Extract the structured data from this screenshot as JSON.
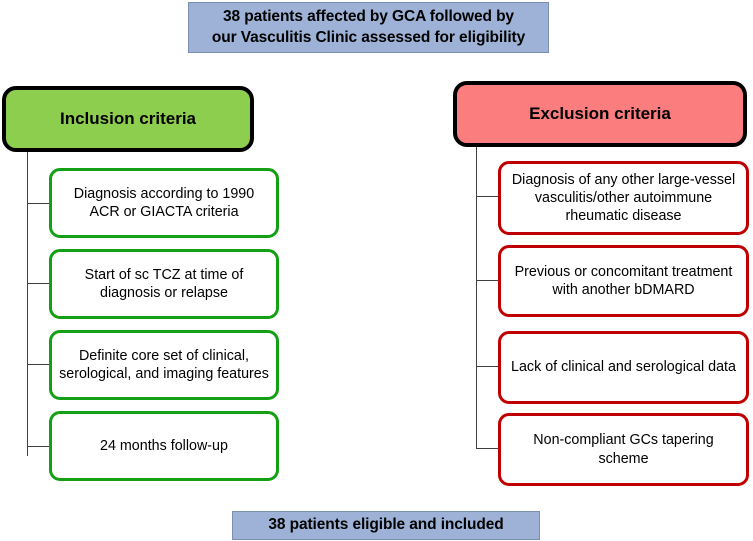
{
  "figure": {
    "type": "flowchart",
    "top_banner": {
      "text": "38 patients affected by GCA followed by our Vasculitis Clinic assessed for eligibility",
      "line1": "38 patients affected by GCA followed by",
      "line2": "our Vasculitis Clinic assessed for eligibility",
      "fill_color": "#9DB2D6"
    },
    "bottom_banner": {
      "text": "38 patients eligible and included",
      "fill_color": "#9DB2D6"
    },
    "branches": [
      {
        "id": "inclusion",
        "header_label": "Inclusion criteria",
        "header_fill": "#8DCE4F",
        "item_border": "#14A014",
        "items": [
          {
            "label": "Diagnosis according to 1990 ACR or GIACTA criteria"
          },
          {
            "label": "Start of sc TCZ at time of diagnosis or relapse"
          },
          {
            "label": "Definite core set of clinical, serological, and imaging features"
          },
          {
            "label": "24 months follow-up"
          }
        ]
      },
      {
        "id": "exclusion",
        "header_label": "Exclusion criteria",
        "header_fill": "#FB7D7D",
        "item_border": "#C00000",
        "items": [
          {
            "label": "Diagnosis of any other large-vessel vasculitis/other autoimmune rheumatic disease"
          },
          {
            "label": "Previous or concomitant treatment with another bDMARD"
          },
          {
            "label": "Lack of clinical and serological data"
          },
          {
            "label": "Non-compliant GCs tapering scheme"
          }
        ]
      }
    ]
  }
}
